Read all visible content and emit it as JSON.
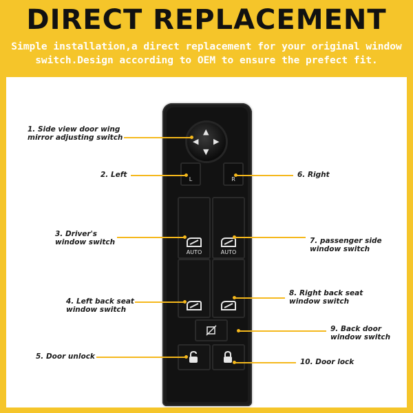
{
  "header": {
    "title": "DIRECT REPLACEMENT",
    "subtitle_line1": "Simple installation,a direct replacement for your original window",
    "subtitle_line2": "switch.Design according to OEM to ensure the prefect fit."
  },
  "switch": {
    "left_label": "L",
    "right_label": "R",
    "auto_label": "AUTO"
  },
  "annotations": {
    "mirror_line1": "1. Side view door wing",
    "mirror_line2": "mirror adjusting switch",
    "left": "2. Left",
    "driver_line1": "3. Driver's",
    "driver_line2": "window switch",
    "leftback_line1": "4. Left back seat",
    "leftback_line2": "window switch",
    "unlock": "5. Door unlock",
    "right": "6. Right",
    "passenger_line1": "7. passenger side",
    "passenger_line2": "window switch",
    "rightback_line1": "8. Right back seat",
    "rightback_line2": "window switch",
    "backdoor_line1": "9. Back door",
    "backdoor_line2": "window switch",
    "lock": "10. Door lock"
  },
  "colors": {
    "accent": "#f5c52a",
    "leader_line": "#f5b81c",
    "switch_body": "#1b1b1b"
  }
}
